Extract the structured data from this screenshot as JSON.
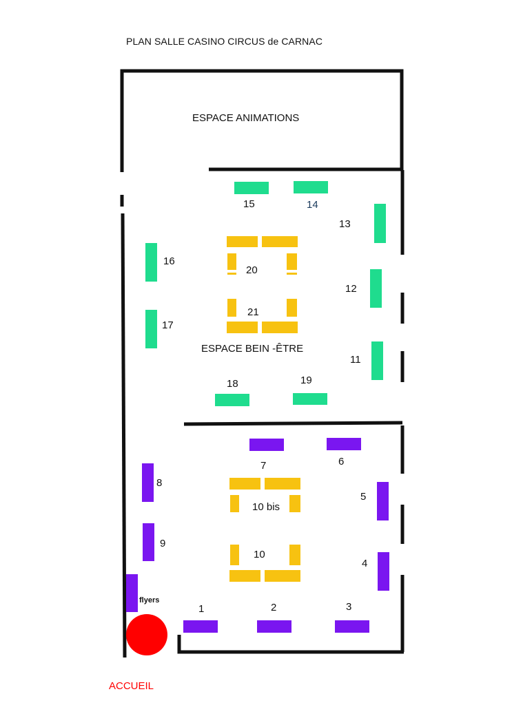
{
  "title": "PLAN SALLE CASINO CIRCUS de CARNAC",
  "zones": {
    "animations": "ESPACE ANIMATIONS",
    "bien_etre": "ESPACE BEIN -ÊTRE"
  },
  "labels": {
    "accueil": "ACCUEIL",
    "flyers": "flyers"
  },
  "colors": {
    "green": "#1fdc8e",
    "yellow": "#f7c211",
    "purple": "#7a16f0",
    "accueil": "#ff0000",
    "wall": "#111111",
    "label_14": "#1a3a5c"
  },
  "stands": {
    "s1": "1",
    "s2": "2",
    "s3": "3",
    "s4": "4",
    "s5": "5",
    "s6": "6",
    "s7": "7",
    "s8": "8",
    "s9": "9",
    "s10": "10",
    "s10bis": "10 bis",
    "s11": "11",
    "s12": "12",
    "s13": "13",
    "s14": "14",
    "s15": "15",
    "s16": "16",
    "s17": "17",
    "s18": "18",
    "s19": "19",
    "s20": "20",
    "s21": "21"
  }
}
